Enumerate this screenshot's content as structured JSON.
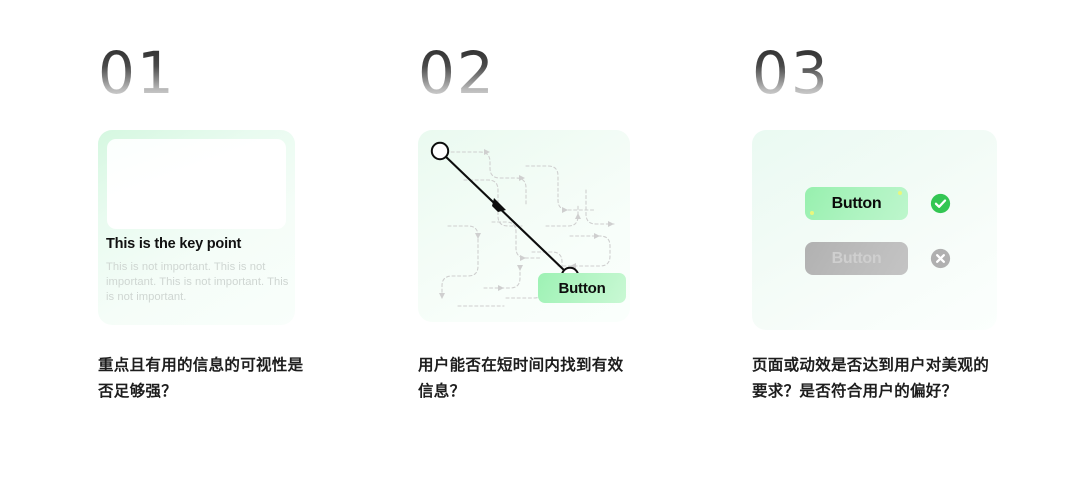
{
  "page": {
    "background": "#ffffff",
    "accent_green": "#3ec95a",
    "button_green": "#a8f2bc",
    "disabled_gray": "#b8b8b8"
  },
  "sections": [
    {
      "number": "01",
      "card": {
        "heading": "This is the key point",
        "body": "This is not important. This is not important. This is not important. This is not important."
      },
      "caption": "重点且有用的信息的可视性是否足够强？"
    },
    {
      "number": "02",
      "card": {
        "button_label": "Button"
      },
      "caption": "用户能否在短时间内找到有效信息？"
    },
    {
      "number": "03",
      "card": {
        "active_button_label": "Button",
        "disabled_button_label": "Button",
        "active_status_icon": "check-circle-icon",
        "disabled_status_icon": "x-circle-icon"
      },
      "caption": "页面或动效是否达到用户对美观的要求？是否符合用户的偏好？"
    }
  ]
}
